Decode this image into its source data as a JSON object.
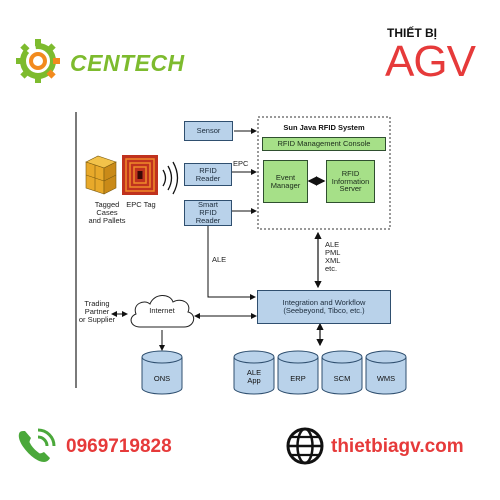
{
  "header": {
    "brand_name": "CENTECH",
    "partner_top": "THIẾT BỊ",
    "partner_big": "AGV"
  },
  "diagram": {
    "system_title": "Sun Java RFID System",
    "management_console": "RFID Management Console",
    "event_manager": "Event\nManager",
    "info_server": "RFID\nInformation\nServer",
    "sensor": "Sensor",
    "rfid_reader": "RFID\nReader",
    "smart_reader": "Smart\nRFID\nReader",
    "epc_label": "EPC",
    "epc_tag": "EPC Tag",
    "tagged_items": "Tagged\nCases\nand Pallets",
    "ale_label": "ALE",
    "protocols": "ALE\nPML\nXML\netc.",
    "integration": "Integration and Workflow\n(Seebeyond, Tibco, etc.)",
    "trading_partner": "Trading\nPartner\nor Supplier",
    "internet": "Internet",
    "databases": [
      "ONS",
      "ALE\nApp",
      "ERP",
      "SCM",
      "WMS"
    ]
  },
  "footer": {
    "phone": "0969719828",
    "website": "thietbiagv.com"
  },
  "colors": {
    "brand_green": "#7dbb2e",
    "brand_orange": "#f28a1e",
    "accent_red": "#e63a3a",
    "box_blue": "#b9d2ea",
    "box_green": "#a6e088"
  }
}
